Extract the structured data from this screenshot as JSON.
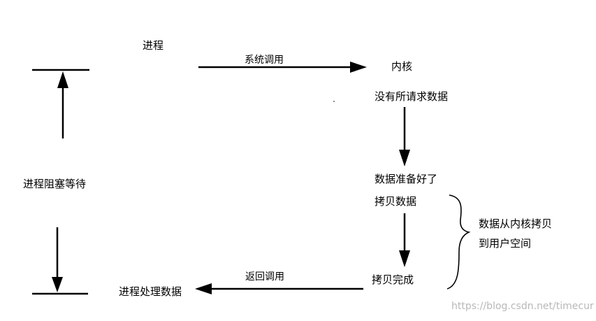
{
  "labels": {
    "process": "进程",
    "syscall": "系统调用",
    "kernel": "内核",
    "no_data": "没有所请求数据",
    "blocked_wait": "进程阻塞等待",
    "data_ready": "数据准备好了",
    "copy_data": "拷贝数据",
    "copy_note_line1": "数据从内核拷贝",
    "copy_note_line2": "到用户空间",
    "copy_done": "拷贝完成",
    "return_call": "返回调用",
    "process_data": "进程处理数据"
  },
  "watermark": "https://blog.csdn.net/timecur",
  "colors": {
    "stroke": "#000000",
    "background": "#ffffff"
  }
}
